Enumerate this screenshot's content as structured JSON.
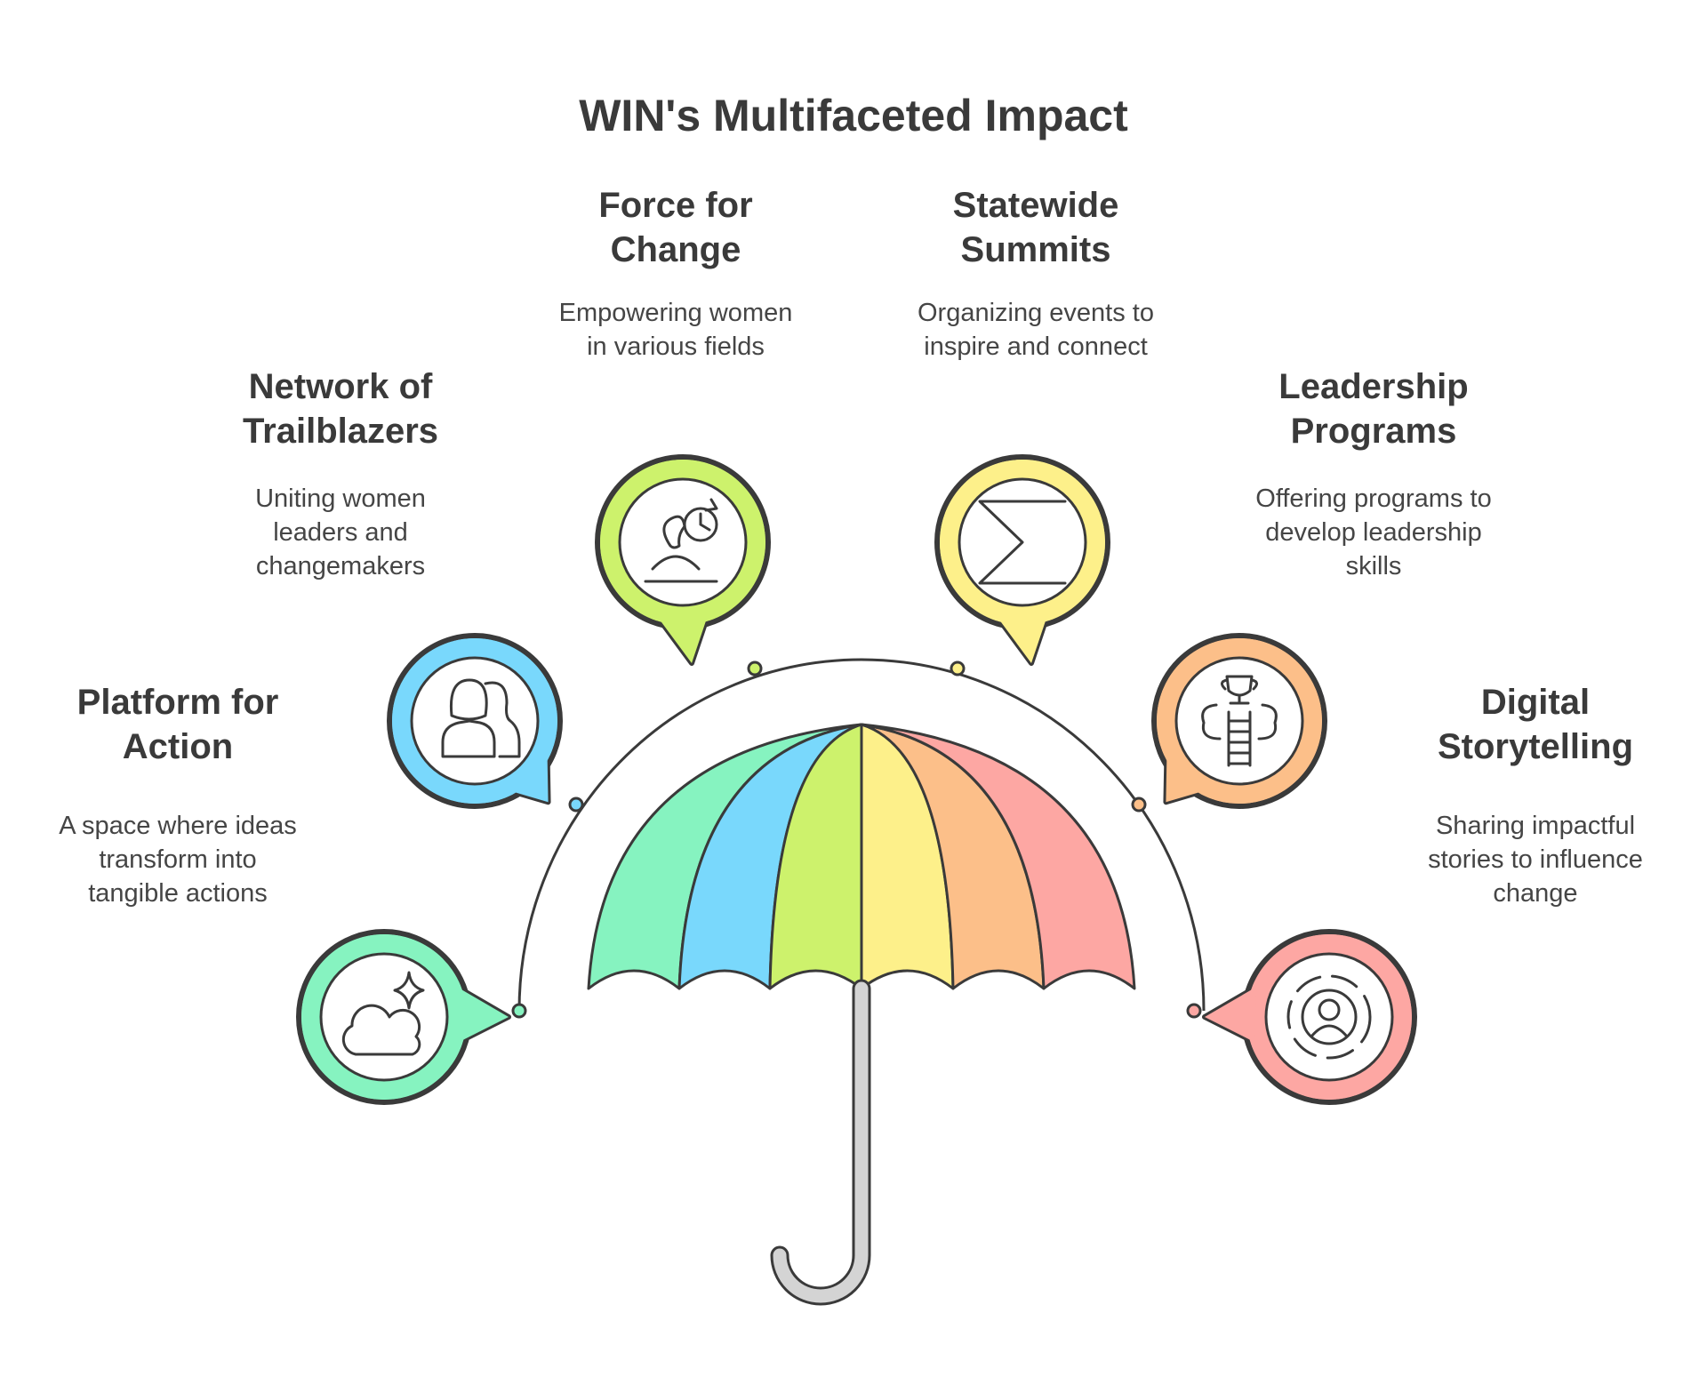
{
  "title": "WIN's Multifaceted Impact",
  "items": [
    {
      "title": "Platform for Action",
      "description": "A space where ideas transform into tangible actions",
      "color": "#86f3c0",
      "icon": "cloud-sparkle-icon"
    },
    {
      "title": "Network of Trailblazers",
      "description": "Uniting women leaders and changemakers",
      "color": "#79d8fc",
      "icon": "two-women-icon"
    },
    {
      "title": "Force for Change",
      "description": "Empowering women in various fields",
      "color": "#cdf26c",
      "icon": "woman-thinking-icon"
    },
    {
      "title": "Statewide Summits",
      "description": "Organizing events to inspire and connect",
      "color": "#fdf08a",
      "icon": "sigma-icon"
    },
    {
      "title": "Leadership Programs",
      "description": "Offering programs to develop leadership skills",
      "color": "#fcbf89",
      "icon": "trophy-ladder-icon"
    },
    {
      "title": "Digital Storytelling",
      "description": "Sharing impactful stories to influence change",
      "color": "#fda7a3",
      "icon": "person-target-icon"
    }
  ],
  "colors": {
    "outline": "#3a3a3a",
    "handle": "#d4d4d4"
  }
}
